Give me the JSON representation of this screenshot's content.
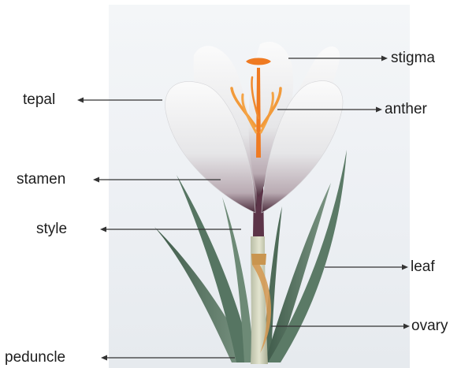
{
  "labels": {
    "stigma": "stigma",
    "tepal": "tepal",
    "anther": "anther",
    "stamen": "stamen",
    "style": "style",
    "leaf": "leaf",
    "ovary": "ovary",
    "peduncle": "peduncle"
  },
  "colors": {
    "label_text": "#1d1d1d",
    "leader_line": "#333333",
    "leaf_green": "#4e6b58",
    "tepal_white": "#f2f2f2",
    "stigma_orange": "#ef7a22",
    "base_purple": "#4a2a3a"
  }
}
